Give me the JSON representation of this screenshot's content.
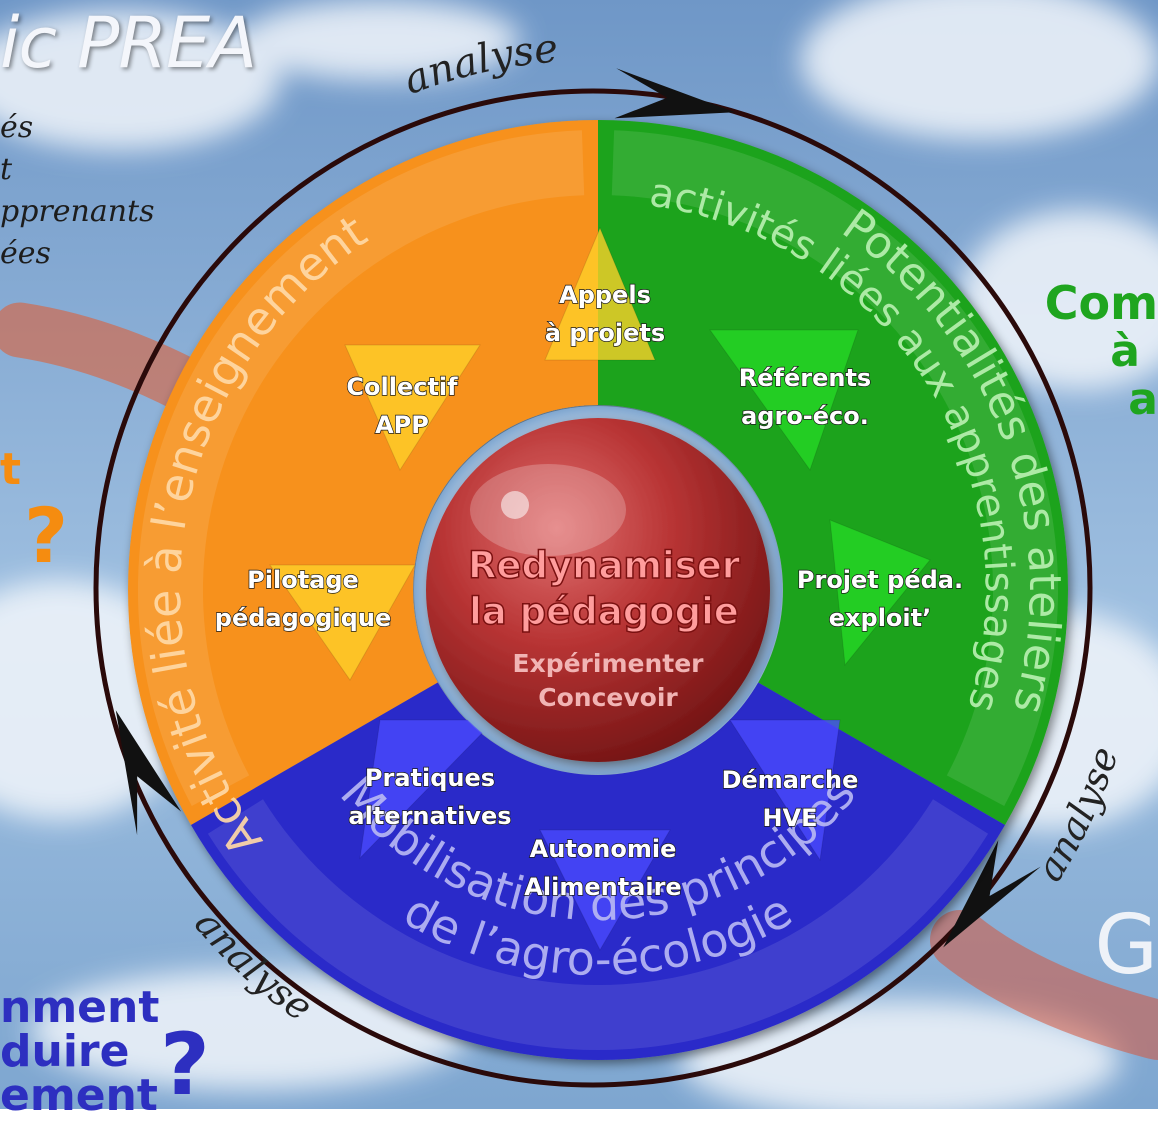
{
  "colors": {
    "orange": "#f7911a",
    "green": "#1ca31a",
    "blue": "#2b2bc9",
    "center_red": "#a82828",
    "ring": "#2a0a0a",
    "sky": "#8fb3d8"
  },
  "title_fragment": "ic PREA",
  "topleft_lines": [
    "és",
    "t",
    "pprenants",
    "ées"
  ],
  "left_orange": {
    "line1": "t",
    "question": "?"
  },
  "right_green": {
    "line1": "Com",
    "line2": "à",
    "line3": "a"
  },
  "right_bottom_fragment": "G",
  "bottom_left": {
    "lines": [
      "nment",
      "duire",
      "ement"
    ],
    "question": "?"
  },
  "cycle_labels": {
    "top": "analyse",
    "right": "analyse",
    "bottom_left": "analyse"
  },
  "center": {
    "title_line1": "Redynamiser",
    "title_line2": "la pédagogie",
    "sub_line1": "Expérimenter",
    "sub_line2": "Concevoir"
  },
  "sectors": {
    "orange": {
      "label": "Activité liée à l’enseignement",
      "items": [
        {
          "line1": "Collectif",
          "line2": "APP"
        },
        {
          "line1": "Pilotage",
          "line2": "pédagogique"
        },
        {
          "line1": "Appels",
          "line2": "à projets"
        }
      ]
    },
    "green": {
      "label_outer": "Potentialités des ateliers",
      "label_inner": "activités liées aux apprentissages",
      "items": [
        {
          "line1": "Référents",
          "line2": "agro-éco."
        },
        {
          "line1": "Projet péda.",
          "line2": "exploit’"
        }
      ]
    },
    "blue": {
      "label_inner": "Mobilisation des principes",
      "label_outer": "de l’agro-écologie",
      "items": [
        {
          "line1": "Pratiques",
          "line2": "alternatives"
        },
        {
          "line1": "Démarche",
          "line2": "HVE"
        },
        {
          "line1": "Autonomie",
          "line2": "Alimentaire"
        }
      ]
    }
  }
}
